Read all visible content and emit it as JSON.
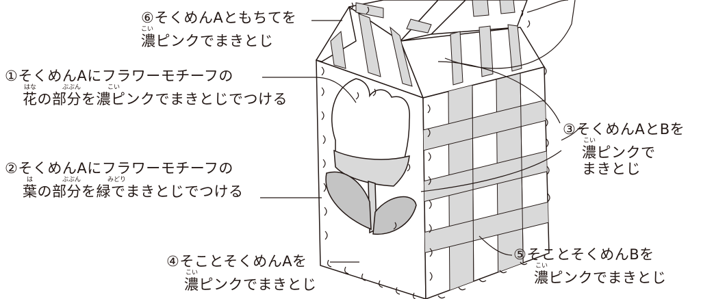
{
  "labels": {
    "l6": {
      "line1": "⑥そくめんAともちてを",
      "ruby": "こい",
      "line2": "濃ピンクでまきとじ"
    },
    "l1": {
      "line1": "①そくめんAにフラワーモチーフの",
      "ruby_hana": "はな",
      "ruby_bubun": "ぶぶん",
      "ruby_koi": "こい",
      "line2": "花の部分を濃ピンクでまきとじでつける"
    },
    "l2": {
      "line1": "②そくめんAにフラワーモチーフの",
      "ruby_ha": "は",
      "ruby_bubun": "ぶぶん",
      "ruby_midori": "みどり",
      "line2": "葉の部分を緑でまきとじでつける"
    },
    "l3": {
      "line1": "③そくめんAとBを",
      "ruby": "こい",
      "line2": "濃ピンクで",
      "line3": "まきとじ"
    },
    "l4": {
      "line1": "④そことそくめんAを",
      "ruby": "こい",
      "line2": "濃ピンクでまきとじ"
    },
    "l5": {
      "line1": "⑤そことそくめんBを",
      "ruby": "こい",
      "line2": "濃ピンクでまきとじ"
    }
  },
  "colors": {
    "line": "#231815",
    "gray": "#d9d9d9",
    "leaf": "#c4c4c4",
    "paper": "#ffffff"
  }
}
